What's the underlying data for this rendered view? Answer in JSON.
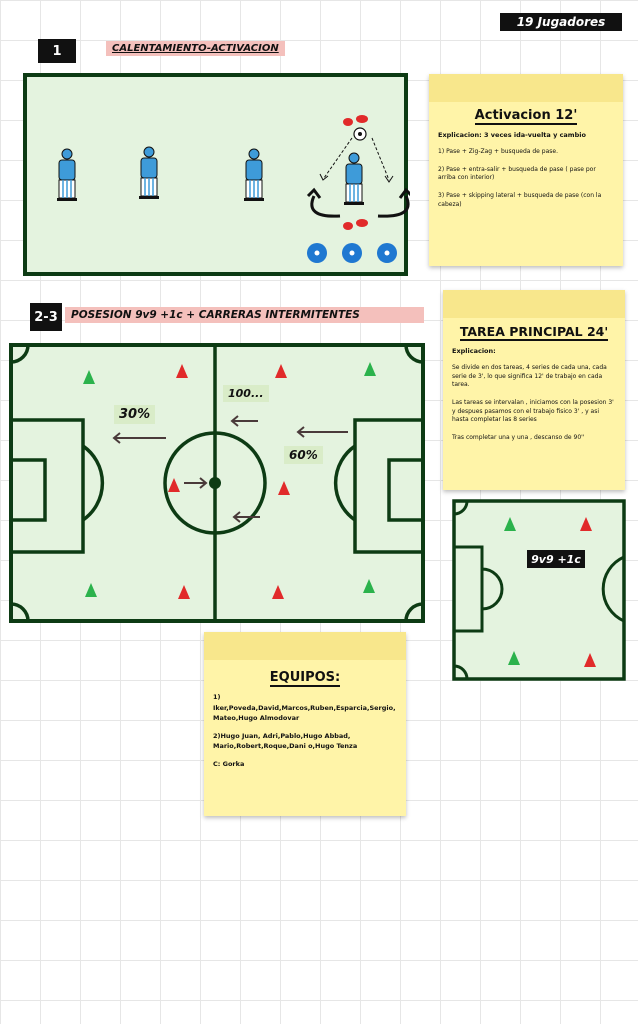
{
  "header": {
    "players_badge": "19 Jugadores"
  },
  "section1": {
    "number": "1",
    "title": "CALENTAMIENTO-ACTIVACION"
  },
  "note_activation": {
    "title": "Activacion 12'",
    "label": "Explicacion:  3 veces ida-vuelta y cambio",
    "items": [
      "1) Pase + Zig-Zag + busqueda de pase.",
      "2) Pase + entra-salir + busqueda de pase ( pase por arriba con interior)",
      "3) Pase + skipping lateral + busqueda de pase (con la cabeza)"
    ]
  },
  "section2": {
    "number": "2-3",
    "title": "POSESION 9v9 +1c + CARRERAS INTERMITENTES"
  },
  "note_main": {
    "title": "TAREA PRINCIPAL 24'",
    "label": "Explicacion:",
    "paragraphs": [
      "Se divide en dos tareas, 4 series de cada una, cada serie de 3', lo que significa 12' de trabajo en cada tarea.",
      "Las tareas se intervalan , iniciamos con la posesion 3' y despues pasamos  con el trabajo fisico 3' , y asi  hasta completar las 8 series",
      "Tras completar una y una , descanso de 90''"
    ]
  },
  "field_labels": {
    "left_pct": "30%",
    "top_pct": "100...",
    "right_pct": "60%"
  },
  "small_field": {
    "label": "9v9 +1c"
  },
  "note_teams": {
    "title": "EQUIPOS:",
    "team1_number": "1)",
    "team1": "Iker,Poveda,David,Marcos,Ruben,Esparcia,Sergio, Mateo,Hugo Almodovar",
    "team2": "2)Hugo Juan, Adri,Pablo,Hugo Abbad, Mario,Robert,Roque,Dani o,Hugo Tenza",
    "coach": "C: Gorka"
  },
  "colors": {
    "field_green": "#e4f3df",
    "line_green": "#0d3b14",
    "cone_red": "#e12a2a",
    "cone_green": "#2bb24c",
    "player_blue": "#3e9bd9",
    "disc_blue": "#1f78d1",
    "note_yellow": "#fff4a8"
  }
}
